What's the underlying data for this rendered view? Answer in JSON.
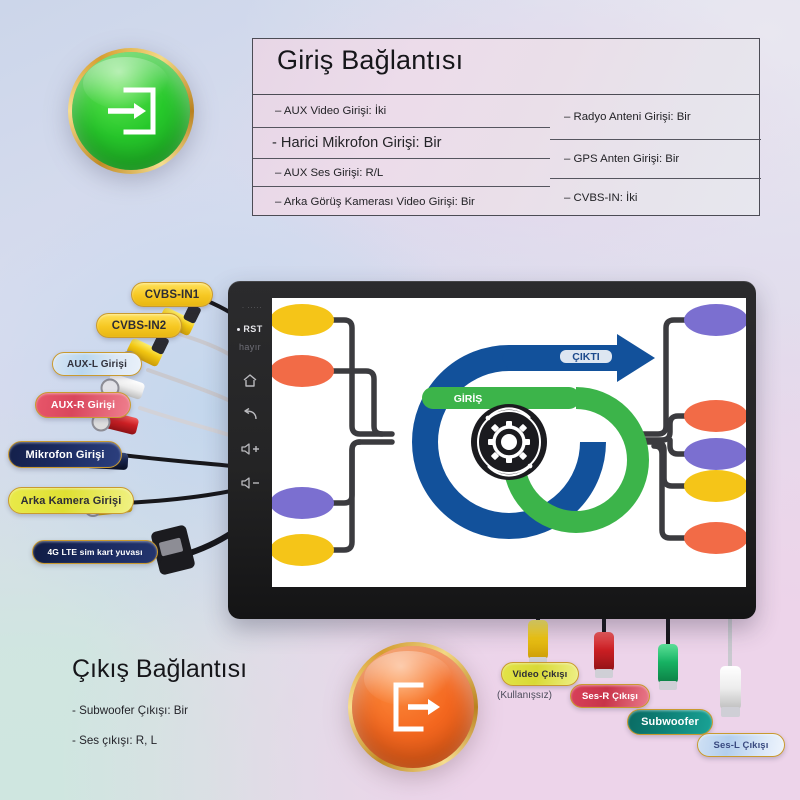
{
  "input_section": {
    "title": "Giriş Bağlantısı",
    "badge_icon": "login-arrow-icon",
    "badge_color": "#27c92b",
    "left_items": [
      "– AUX Video Girişi: İki",
      "- Harici Mikrofon Girişi: Bir",
      "– AUX Ses Girişi: R/L",
      "– Arka Görüş Kamerası Video Girişi: Bir"
    ],
    "right_items": [
      "– Radyo Anteni Girişi: Bir",
      "– GPS Anten Girişi: Bir",
      "– CVBS-IN: İki"
    ]
  },
  "output_section": {
    "title": "Çıkış Bağlantısı",
    "badge_icon": "logout-arrow-icon",
    "badge_color": "#f4671f",
    "items": [
      "- Subwoofer Çıkışı: Bir",
      "- Ses çıkışı: R, L"
    ]
  },
  "device": {
    "bezel_buttons": [
      {
        "name": "mic-dots",
        "label": "· ······"
      },
      {
        "name": "reset-button",
        "label": "RST"
      },
      {
        "name": "hayir-label",
        "label": "hayır"
      },
      {
        "name": "home-button",
        "label": "home-icon"
      },
      {
        "name": "back-button",
        "label": "back-icon"
      },
      {
        "name": "volume-up-button",
        "label": "+"
      },
      {
        "name": "volume-down-button",
        "label": "–"
      }
    ]
  },
  "diagram": {
    "input_arrow_label": "GİRİŞ",
    "output_arrow_label": "ÇIKTI",
    "center_icon": "gear-process-icon",
    "input_arrow_color": "#3cb44a",
    "output_arrow_color": "#12519b",
    "left_nodes": [
      {
        "name": "node-left-1",
        "color": "#f5c518"
      },
      {
        "name": "node-left-2",
        "color": "#f26b47"
      },
      {
        "name": "node-left-3",
        "color": "#7b6fd0"
      },
      {
        "name": "node-left-4",
        "color": "#f5c518"
      }
    ],
    "right_nodes": [
      {
        "name": "node-right-1",
        "color": "#7b6fd0"
      },
      {
        "name": "node-right-2",
        "color": "#f26b47"
      },
      {
        "name": "node-right-3",
        "color": "#7b6fd0"
      },
      {
        "name": "node-right-4",
        "color": "#f5c518"
      },
      {
        "name": "node-right-5",
        "color": "#f26b47"
      }
    ]
  },
  "input_cable_labels": [
    {
      "name": "label-cvbs-in1",
      "text": "CVBS-IN1"
    },
    {
      "name": "label-cvbs-in2",
      "text": "CVBS-IN2"
    },
    {
      "name": "label-aux-l",
      "text": "AUX-L Girişi"
    },
    {
      "name": "label-aux-r",
      "text": "AUX-R Girişi"
    },
    {
      "name": "label-mikrofon",
      "text": "Mikrofon Girişi"
    },
    {
      "name": "label-arka-kamera",
      "text": "Arka Kamera Girişi"
    },
    {
      "name": "label-4g-lte",
      "text": "4G LTE sim kart yuvası"
    }
  ],
  "output_cable_labels": [
    {
      "name": "label-video-cikisi",
      "text": "Video Çıkışı"
    },
    {
      "name": "label-kullanissiz",
      "text": "(Kullanışsız)"
    },
    {
      "name": "label-ses-r-cikisi",
      "text": "Ses-R Çıkışı"
    },
    {
      "name": "label-subwoofer",
      "text": "Subwoofer"
    },
    {
      "name": "label-ses-l-cikisi",
      "text": "Ses-L Çıkışı"
    }
  ]
}
